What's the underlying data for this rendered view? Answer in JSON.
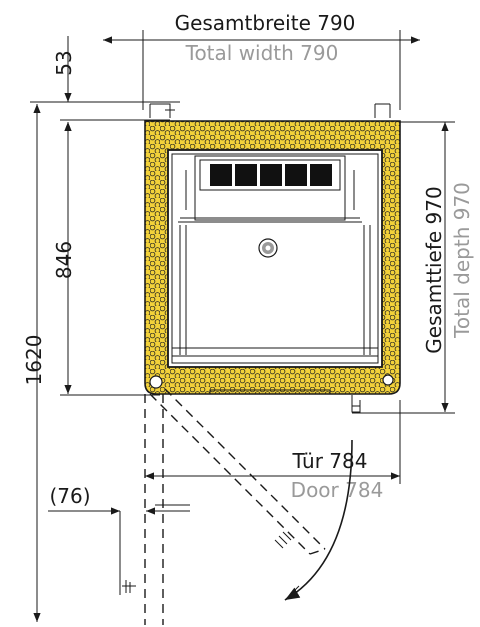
{
  "labels": {
    "total_width_de": "Gesamtbreite 790",
    "total_width_en": "Total width 790",
    "offset_top": "53",
    "inner_depth": "846",
    "total_height": "1620",
    "total_depth_de": "Gesamttiefe 970",
    "total_depth_en": "Total depth 970",
    "door_de": "Tür 784",
    "door_en": "Door 784",
    "hinge_offset": "(76)"
  },
  "colors": {
    "insulation": "#f2d13a",
    "line": "#1a1a1a",
    "secondary_text": "#9a9a9a"
  }
}
